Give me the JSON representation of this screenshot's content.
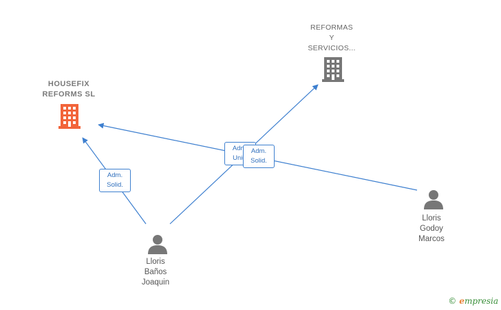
{
  "nodes": {
    "housefix": {
      "label": "HOUSEFIX\nREFORMS  SL",
      "color": "#f2643a",
      "icon": "building-icon"
    },
    "reformas": {
      "label": "REFORMAS\nY\nSERVICIOS...",
      "color": "#777777",
      "icon": "building-icon"
    },
    "lloris_banos": {
      "label": "Lloris\nBaños\nJoaquin",
      "color": "#777777",
      "icon": "person-icon"
    },
    "lloris_godoy": {
      "label": "Lloris\nGodoy\nMarcos",
      "color": "#777777",
      "icon": "person-icon"
    }
  },
  "edges": {
    "e1": {
      "label": "Adm.\nSolid."
    },
    "e2": {
      "label": "Adm.\nUnic."
    },
    "e3": {
      "label": "Adm.\nSolid."
    }
  },
  "colors": {
    "edge": "#3d7fcf",
    "watermark": "#3a8f3a"
  },
  "watermark": {
    "symbol": "©",
    "brand_initial": "e",
    "brand_rest": "mpresia"
  }
}
